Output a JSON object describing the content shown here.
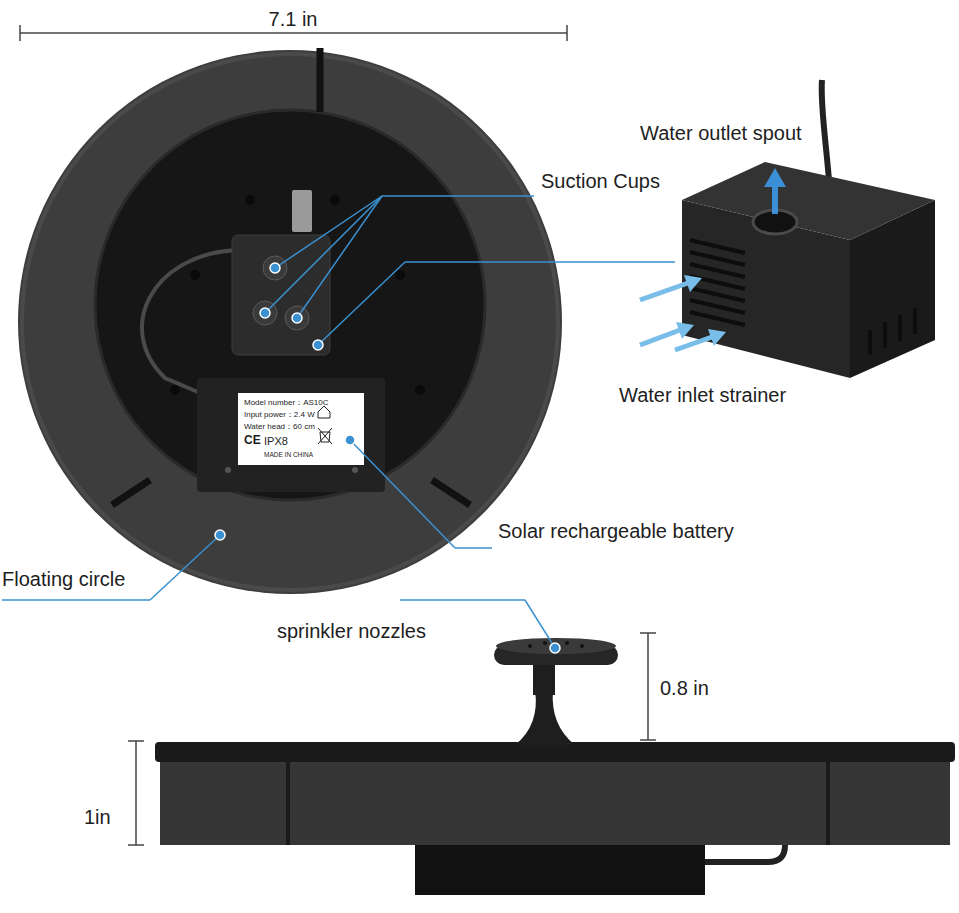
{
  "diagram": {
    "labels": [
      "7.1 in",
      "Water outlet spout",
      "Suction Cups",
      "Water inlet strainer",
      "Solar rechargeable battery",
      "Floating circle",
      "sprinkler nozzles",
      "0.8 in",
      "1in",
      "Model number：AS10C",
      "Input power：2.4 W",
      "Water head：60 cm",
      "CE",
      "IPX8",
      "MADE IN CHINA"
    ]
  }
}
